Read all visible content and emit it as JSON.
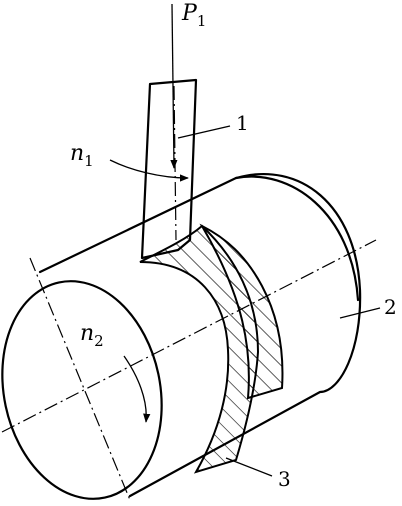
{
  "labels": {
    "force": "P",
    "force_sub": "1",
    "speed_tool": "n",
    "speed_tool_sub": "1",
    "speed_work": "n",
    "speed_work_sub": "2",
    "part_1": "1",
    "part_2": "2",
    "part_3": "3"
  },
  "colors": {
    "ink": "#000000",
    "paper": "#ffffff"
  }
}
